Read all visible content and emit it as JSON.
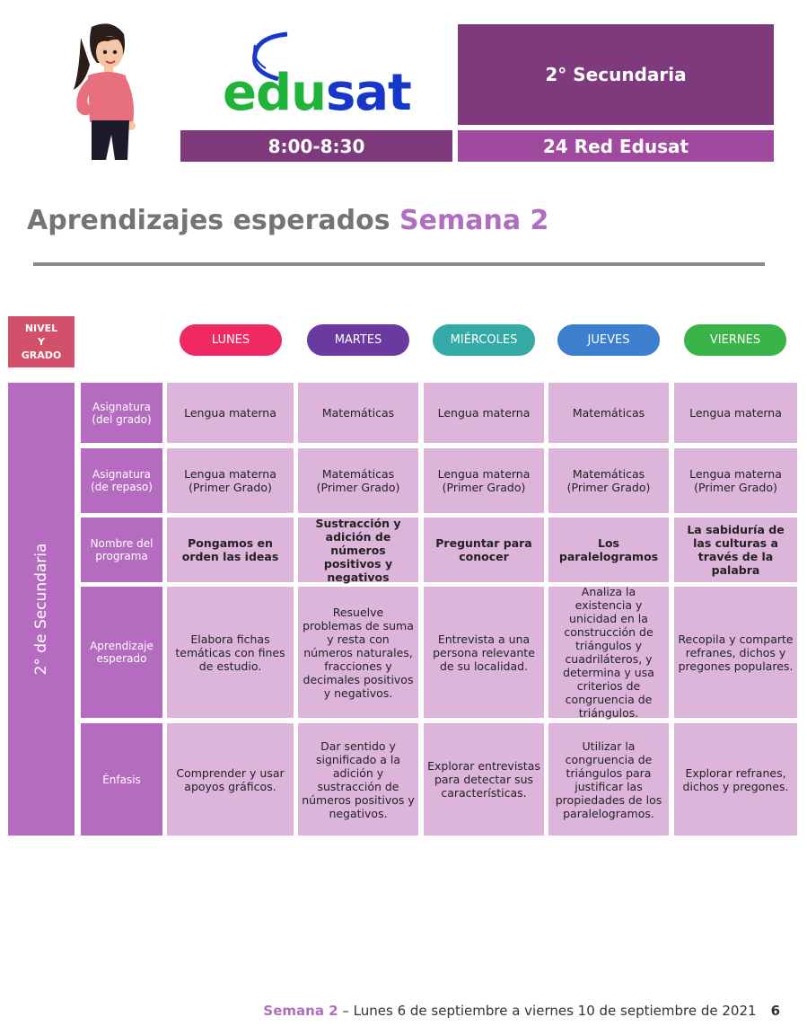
{
  "header": {
    "logo_text_green": "edu",
    "logo_text_blue": "sat",
    "grade": "2° Secundaria",
    "time": "8:00-8:30",
    "channel": "24 Red Edusat"
  },
  "title": {
    "main": "Aprendizajes esperados",
    "accent": "Semana 2"
  },
  "table": {
    "nivel_label": "NIVEL\nY\nGRADO",
    "level": "2° de Secundaria",
    "days": [
      {
        "label": "LUNES",
        "color": "#ef2a63"
      },
      {
        "label": "MARTES",
        "color": "#6b3aa0"
      },
      {
        "label": "MIÉRCOLES",
        "color": "#33aaa5"
      },
      {
        "label": "JUEVES",
        "color": "#3c7fcf"
      },
      {
        "label": "VIERNES",
        "color": "#3ab449"
      }
    ],
    "rows": [
      {
        "label": "Asignatura\n(del grado)",
        "cells": [
          "Lengua materna",
          "Matemáticas",
          "Lengua materna",
          "Matemáticas",
          "Lengua materna"
        ]
      },
      {
        "label": "Asignatura\n(de repaso)",
        "cells": [
          "Lengua materna\n(Primer Grado)",
          "Matemáticas\n(Primer Grado)",
          "Lengua materna\n(Primer Grado)",
          "Matemáticas\n(Primer Grado)",
          "Lengua materna\n(Primer Grado)"
        ]
      },
      {
        "label": "Nombre del\nprograma",
        "cells": [
          "Pongamos en orden las ideas",
          "Sustracción y adición de números positivos y negativos",
          "Preguntar para conocer",
          "Los paralelogramos",
          "La sabiduría de las culturas a través de la palabra"
        ]
      },
      {
        "label": "Aprendizaje\nesperado",
        "cells": [
          "Elabora fichas temáticas con fines de estudio.",
          "Resuelve problemas de suma y resta con números naturales, fracciones y decimales positivos y negativos.",
          "Entrevista a una persona relevante de su localidad.",
          "Analiza la existencia y unicidad en la construcción de triángulos y cuadriláteros, y determina y usa criterios de congruencia de triángulos.",
          "Recopila y comparte refranes, dichos y pregones populares."
        ]
      },
      {
        "label": "Énfasis",
        "cells": [
          "Comprender y usar apoyos gráficos.",
          "Dar sentido y significado a la adición y sustracción de números positivos y negativos.",
          "Explorar entrevistas para detectar sus características.",
          "Utilizar la congruencia de triángulos para justificar las propiedades de los paralelogramos.",
          "Explorar refranes, dichos y pregones."
        ]
      }
    ]
  },
  "footer": {
    "week": "Semana 2",
    "range": " – Lunes 6 de septiembre a viernes 10 de septiembre de 2021",
    "page": "6"
  }
}
